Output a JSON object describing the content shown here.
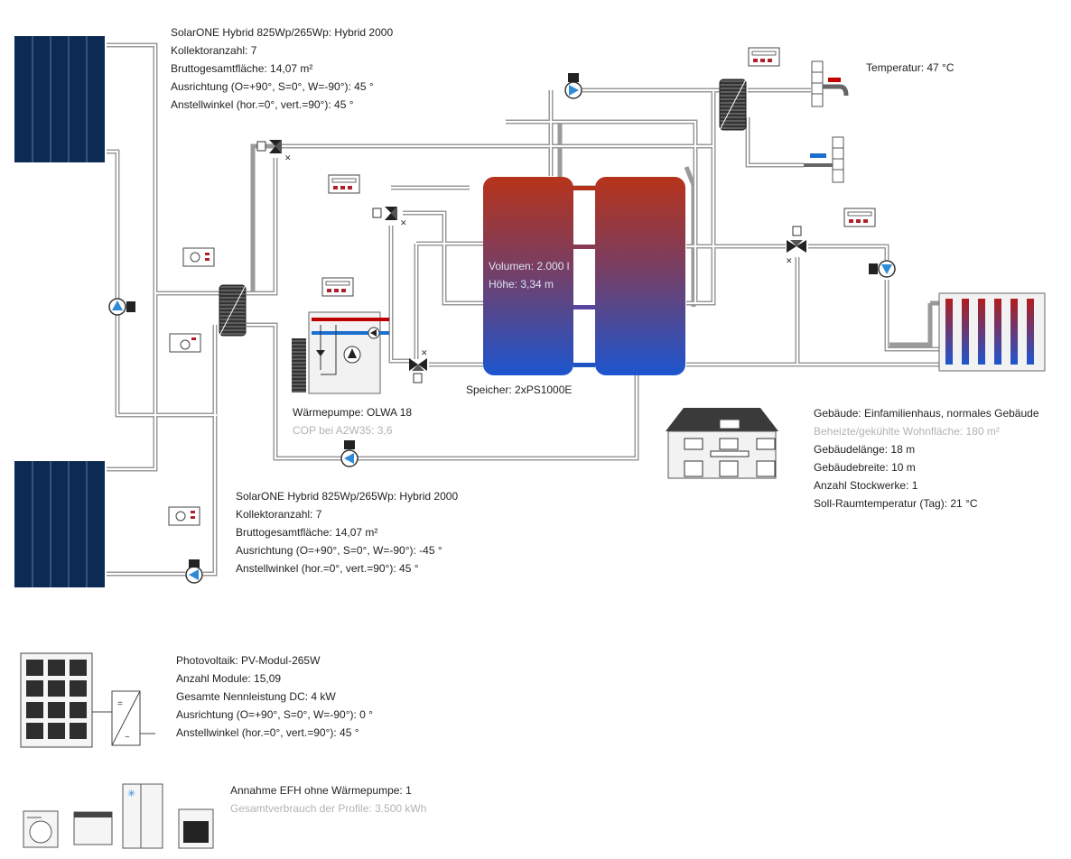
{
  "collector_top": {
    "lines": [
      "SolarONE Hybrid 825Wp/265Wp: Hybrid 2000",
      "Kollektoranzahl: 7",
      "Bruttogesamtfläche: 14,07 m²",
      "Ausrichtung (O=+90°, S=0°, W=-90°): 45 °",
      "Anstellwinkel (hor.=0°, vert.=90°): 45 °"
    ]
  },
  "collector_bottom": {
    "lines": [
      "SolarONE Hybrid 825Wp/265Wp: Hybrid 2000",
      "Kollektoranzahl: 7",
      "Bruttogesamtfläche: 14,07 m²",
      "Ausrichtung (O=+90°, S=0°, W=-90°): -45 °",
      "Anstellwinkel (hor.=0°, vert.=90°): 45 °"
    ]
  },
  "hot_water": {
    "temperature": "Temperatur: 47 °C"
  },
  "storage": {
    "volume": "Volumen: 2.000 l",
    "height": "Höhe: 3,34 m",
    "name": "Speicher: 2xPS1000E"
  },
  "heat_pump": {
    "name": "Wärmepumpe: OLWA 18",
    "cop": "COP bei A2W35: 3,6"
  },
  "building": {
    "line1": "Gebäude: Einfamilienhaus, normales Gebäude",
    "line2": "Beheizte/gekühlte Wohnfläche: 180 m²",
    "line3": "Gebäudelänge: 18 m",
    "line4": "Gebäudebreite: 10 m",
    "line5": "Anzahl Stockwerke: 1",
    "line6": "Soll-Raumtemperatur (Tag): 21 °C"
  },
  "photovoltaic": {
    "lines": [
      "Photovoltaik: PV-Modul-265W",
      "Anzahl Module: 15,09",
      "Gesamte Nennleistung DC: 4 kW",
      "Ausrichtung (O=+90°, S=0°, W=-90°): 0 °",
      "Anstellwinkel (hor.=0°, vert.=90°): 45 °"
    ]
  },
  "consumers": {
    "line1": "Annahme EFH ohne Wärmepumpe: 1",
    "line2": "Gesamtverbrauch der Profile: 3.500 kWh"
  },
  "colors": {
    "collector": "#0d2a52",
    "tank_hot": "#b5321a",
    "tank_cold": "#1f52c4",
    "pump": "#2f8ad8",
    "valve_red": "#c00000",
    "valve_blue": "#1a6fd0",
    "display_red": "#b0202c"
  },
  "icons": {
    "pump": "pump-icon",
    "valve": "three-way-valve-icon",
    "heat_exchanger": "heat-exchanger-icon",
    "controller": "controller-icon",
    "display": "temperature-display-icon"
  }
}
